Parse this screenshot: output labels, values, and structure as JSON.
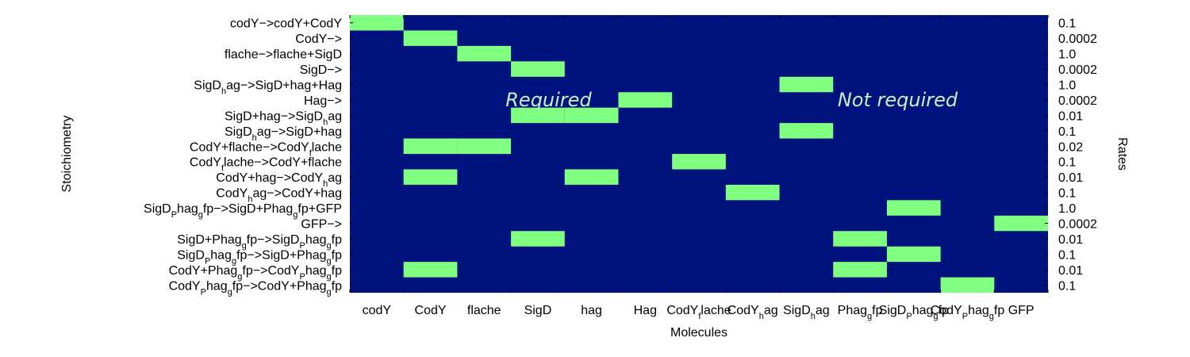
{
  "chart_data": {
    "type": "heatmap",
    "xlabel": "Molecules",
    "ylabel": "Stoichiometry",
    "ylabel_right": "Rates",
    "colors": {
      "background": "#00127E",
      "cell": "#80FF80",
      "annotation": "#C8F0C8"
    },
    "molecules": [
      [
        "codY"
      ],
      [
        "CodY"
      ],
      [
        "flache"
      ],
      [
        "SigD"
      ],
      [
        "hag"
      ],
      [
        "Hag"
      ],
      [
        "CodY",
        {
          "sub": "f"
        },
        "lache"
      ],
      [
        "CodY",
        {
          "sub": "h"
        },
        "ag"
      ],
      [
        "SigD",
        {
          "sub": "h"
        },
        "ag"
      ],
      [
        "Phag",
        {
          "sub": "g"
        },
        "fp"
      ],
      [
        "SigD",
        {
          "sub": "P"
        },
        "hag",
        {
          "sub": "g"
        },
        "fp"
      ],
      [
        "CodY",
        {
          "sub": "P"
        },
        "hag",
        {
          "sub": "g"
        },
        "fp"
      ],
      [
        "GFP"
      ]
    ],
    "reactions": [
      [
        "codY−>codY+CodY"
      ],
      [
        "CodY−>"
      ],
      [
        "flache−>flache+SigD"
      ],
      [
        "SigD−>"
      ],
      [
        "SigD",
        {
          "sub": "h"
        },
        "ag−>SigD+hag+Hag"
      ],
      [
        "Hag−>"
      ],
      [
        "SigD+hag−>SigD",
        {
          "sub": "h"
        },
        "ag"
      ],
      [
        "SigD",
        {
          "sub": "h"
        },
        "ag−>SigD+hag"
      ],
      [
        "CodY+flache−>CodY",
        {
          "sub": "f"
        },
        "lache"
      ],
      [
        "CodY",
        {
          "sub": "f"
        },
        "lache−>CodY+flache"
      ],
      [
        "CodY+hag−>CodY",
        {
          "sub": "h"
        },
        "ag"
      ],
      [
        "CodY",
        {
          "sub": "h"
        },
        "ag−>CodY+hag"
      ],
      [
        "SigD",
        {
          "sub": "P"
        },
        "hag",
        {
          "sub": "g"
        },
        "fp−>SigD+Phag",
        {
          "sub": "g"
        },
        "fp+GFP"
      ],
      [
        "GFP−>"
      ],
      [
        "SigD+Phag",
        {
          "sub": "g"
        },
        "fp−>SigD",
        {
          "sub": "P"
        },
        "hag",
        {
          "sub": "g"
        },
        "fp"
      ],
      [
        "SigD",
        {
          "sub": "P"
        },
        "hag",
        {
          "sub": "g"
        },
        "fp−>SigD+Phag",
        {
          "sub": "g"
        },
        "fp"
      ],
      [
        "CodY+Phag",
        {
          "sub": "g"
        },
        "fp−>CodY",
        {
          "sub": "P"
        },
        "hag",
        {
          "sub": "g"
        },
        "fp"
      ],
      [
        "CodY",
        {
          "sub": "P"
        },
        "hag",
        {
          "sub": "g"
        },
        "fp−>CodY+Phag",
        {
          "sub": "g"
        },
        "fp"
      ]
    ],
    "rates": [
      "0.1",
      "0.0002",
      "1.0",
      "0.0002",
      "1.0",
      "0.0002",
      "0.01",
      "0.1",
      "0.02",
      "0.1",
      "0.01",
      "0.1",
      "1.0",
      "0.0002",
      "0.01",
      "0.1",
      "0.01",
      "0.1"
    ],
    "cells": [
      [
        0,
        0
      ],
      [
        1,
        1
      ],
      [
        2,
        2
      ],
      [
        3,
        3
      ],
      [
        4,
        8
      ],
      [
        5,
        5
      ],
      [
        6,
        3
      ],
      [
        6,
        4
      ],
      [
        7,
        8
      ],
      [
        8,
        1
      ],
      [
        8,
        2
      ],
      [
        9,
        6
      ],
      [
        10,
        1
      ],
      [
        10,
        4
      ],
      [
        11,
        7
      ],
      [
        12,
        10
      ],
      [
        13,
        12
      ],
      [
        14,
        3
      ],
      [
        14,
        9
      ],
      [
        15,
        10
      ],
      [
        16,
        1
      ],
      [
        16,
        9
      ],
      [
        17,
        11
      ]
    ],
    "annotations": [
      {
        "text": "Required",
        "row": 5,
        "col": 3.7
      },
      {
        "text": "Not required",
        "row": 5,
        "col": 10.2
      }
    ]
  }
}
